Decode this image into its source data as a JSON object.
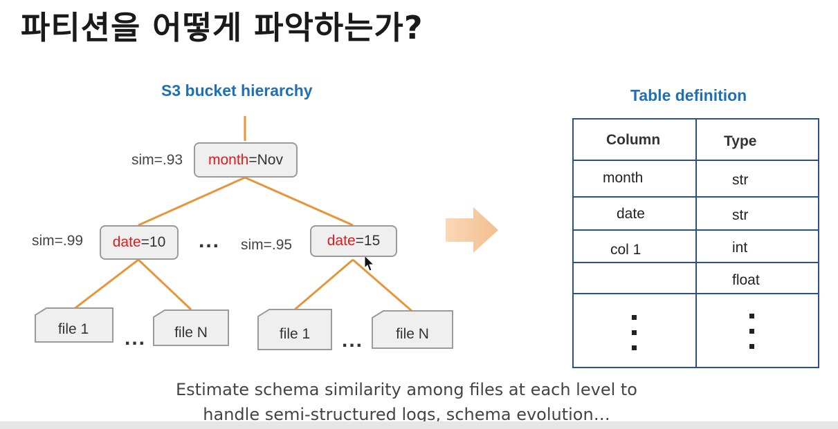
{
  "title": "파티션을 어떻게 파악하는가?",
  "tree": {
    "heading": "S3 bucket hierarchy",
    "root": {
      "sim": "sim=.93",
      "key": "month",
      "eq": "=Nov"
    },
    "left": {
      "sim": "sim=.99",
      "key": "date",
      "eq": "=10"
    },
    "right": {
      "sim": "sim=.95",
      "key": "date",
      "eq": "=15"
    },
    "ellipsis": "...",
    "files": {
      "first": "file 1",
      "last": "file N"
    }
  },
  "table": {
    "heading": "Table definition",
    "columns": [
      "Column",
      "Type"
    ],
    "rows": [
      {
        "column": "month",
        "type": "str"
      },
      {
        "column": "date",
        "type": "str"
      },
      {
        "column": "col 1",
        "type": "int"
      },
      {
        "column": "",
        "type": "float"
      }
    ]
  },
  "caption": {
    "line1": "Estimate schema similarity among files at each level to",
    "line2": "handle semi-structured logs, schema evolution…"
  },
  "colors": {
    "accent": "#1f6fb5",
    "partition_key": "#e01b1b",
    "tree_lines": "#e8953a",
    "arrow": "#f6c9a0",
    "table_border": "#2a4f8f"
  }
}
